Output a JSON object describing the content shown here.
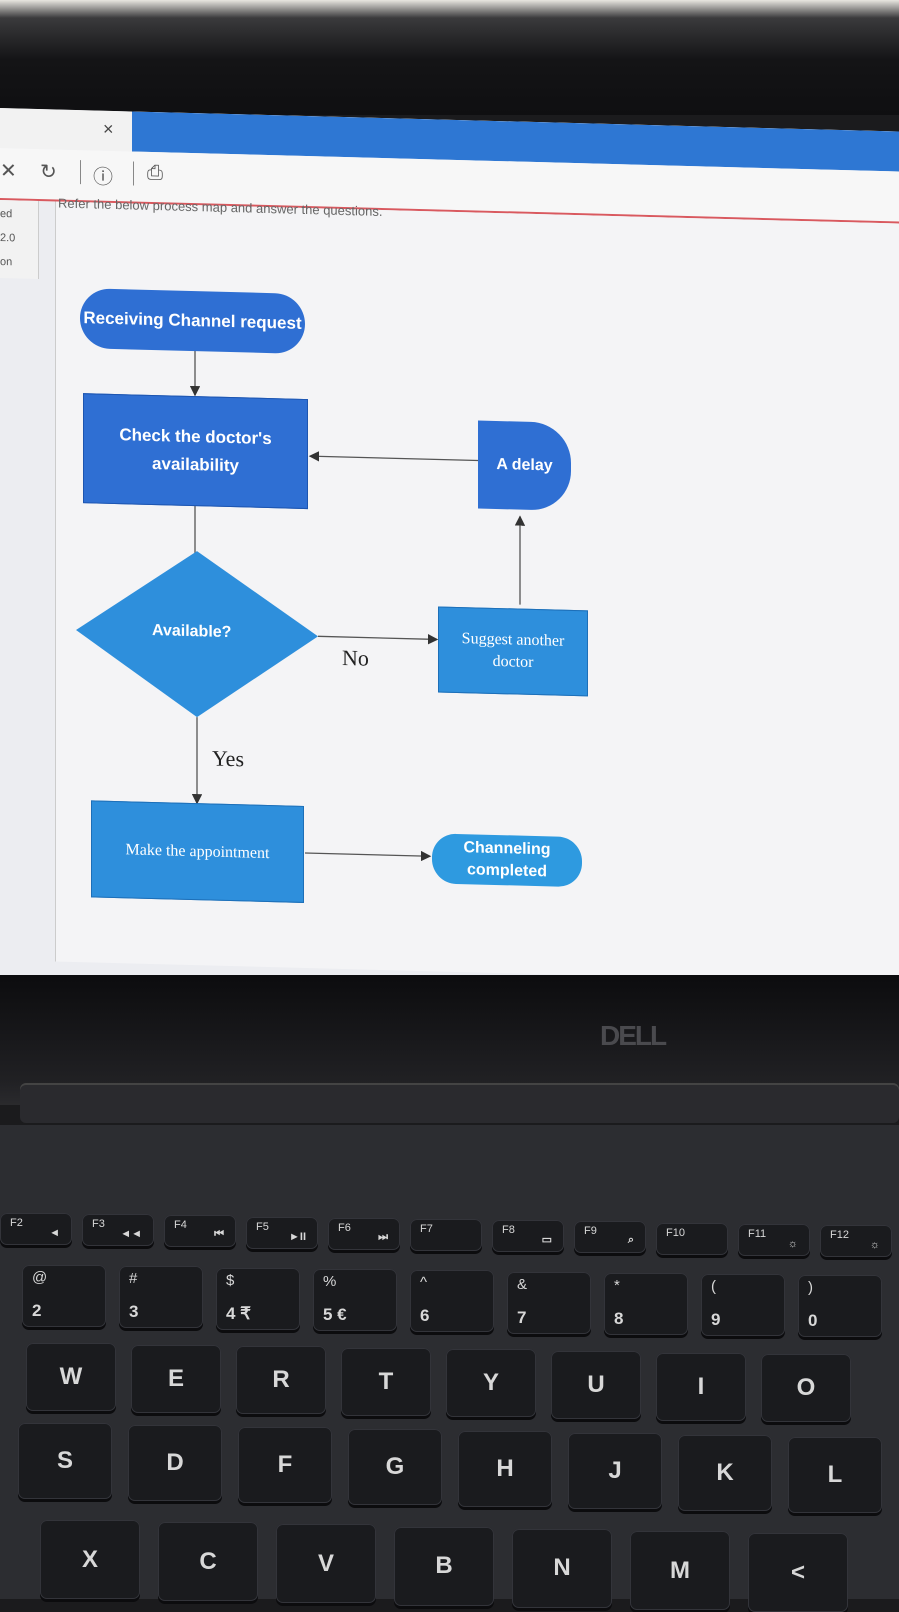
{
  "browser": {
    "tab_close": "×",
    "toolbar_icons": [
      "close-icon",
      "refresh-icon",
      "info-icon",
      "download-icon"
    ],
    "sidebar_items": [
      "ed",
      "2.0",
      "on"
    ]
  },
  "question": "Refer the below process map and answer the questions.",
  "flowchart": {
    "start": "Receiving Channel request",
    "check": "Check the doctor's availability",
    "decision": "Available?",
    "no_label": "No",
    "yes_label": "Yes",
    "suggest": "Suggest another doctor",
    "delay": "A delay",
    "appointment": "Make the appointment",
    "end": "Channeling completed"
  },
  "brand": "DELL",
  "keyboard": {
    "fn_row": [
      {
        "top": "F2",
        "bot": "◄"
      },
      {
        "top": "F3",
        "bot": "◄◄"
      },
      {
        "top": "F4",
        "bot": "⏮"
      },
      {
        "top": "F5",
        "bot": "►II"
      },
      {
        "top": "F6",
        "bot": "⏭"
      },
      {
        "top": "F7",
        "bot": ""
      },
      {
        "top": "F8",
        "bot": "▭"
      },
      {
        "top": "F9",
        "bot": "⌕"
      },
      {
        "top": "F10",
        "bot": ""
      },
      {
        "top": "F11",
        "bot": "☼"
      },
      {
        "top": "F12",
        "bot": "☼"
      }
    ],
    "num_row": [
      {
        "top": "@",
        "bot": "2"
      },
      {
        "top": "#",
        "bot": "3"
      },
      {
        "top": "$",
        "bot": "4 ₹"
      },
      {
        "top": "%",
        "bot": "5 €"
      },
      {
        "top": "^",
        "bot": "6"
      },
      {
        "top": "&",
        "bot": "7"
      },
      {
        "top": "*",
        "bot": "8"
      },
      {
        "top": "(",
        "bot": "9"
      },
      {
        "top": ")",
        "bot": "0"
      }
    ],
    "row_q": [
      "W",
      "E",
      "R",
      "T",
      "Y",
      "U",
      "I",
      "O"
    ],
    "row_a": [
      "S",
      "D",
      "F",
      "G",
      "H",
      "J",
      "K",
      "L"
    ],
    "row_z": [
      "X",
      "C",
      "V",
      "B",
      "N",
      "M",
      "<"
    ]
  }
}
